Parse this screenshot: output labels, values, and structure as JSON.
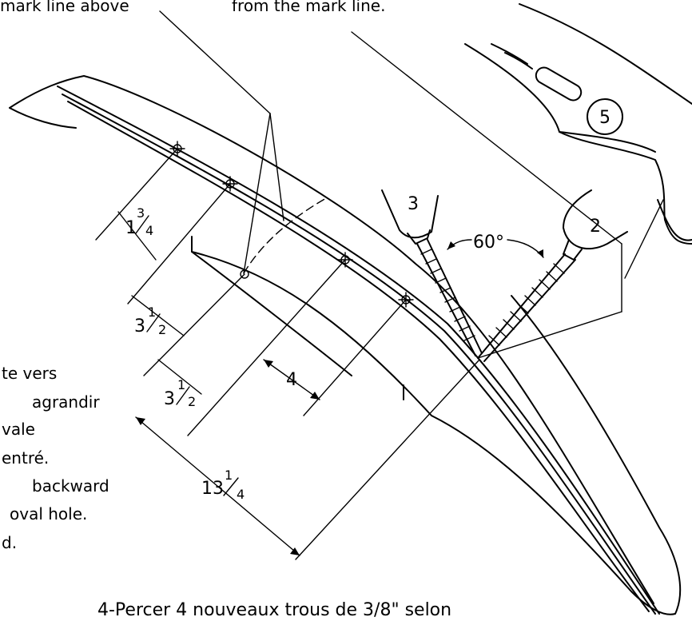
{
  "annotations": {
    "top_left_note": "mark line above",
    "top_center_note": "from the mark line.",
    "left_notes": [
      "te vers",
      "agrandir",
      "vale",
      "entré.",
      "backward",
      "oval hole.",
      "d."
    ],
    "bottom_note": "4-Percer 4 nouveaux trous de 3/8\" selon"
  },
  "labels": {
    "callout_5": "5",
    "drill_3": "3",
    "drill_2": "2",
    "angle": "60°"
  },
  "dimensions": {
    "d1": {
      "whole": "1",
      "num": "3",
      "den": "4"
    },
    "d2": {
      "whole": "3",
      "num": "1",
      "den": "2"
    },
    "d3": {
      "whole": "3",
      "num": "1",
      "den": "2"
    },
    "d4": {
      "whole": "4"
    },
    "d5": {
      "whole": "13",
      "num": "1",
      "den": "4"
    }
  }
}
